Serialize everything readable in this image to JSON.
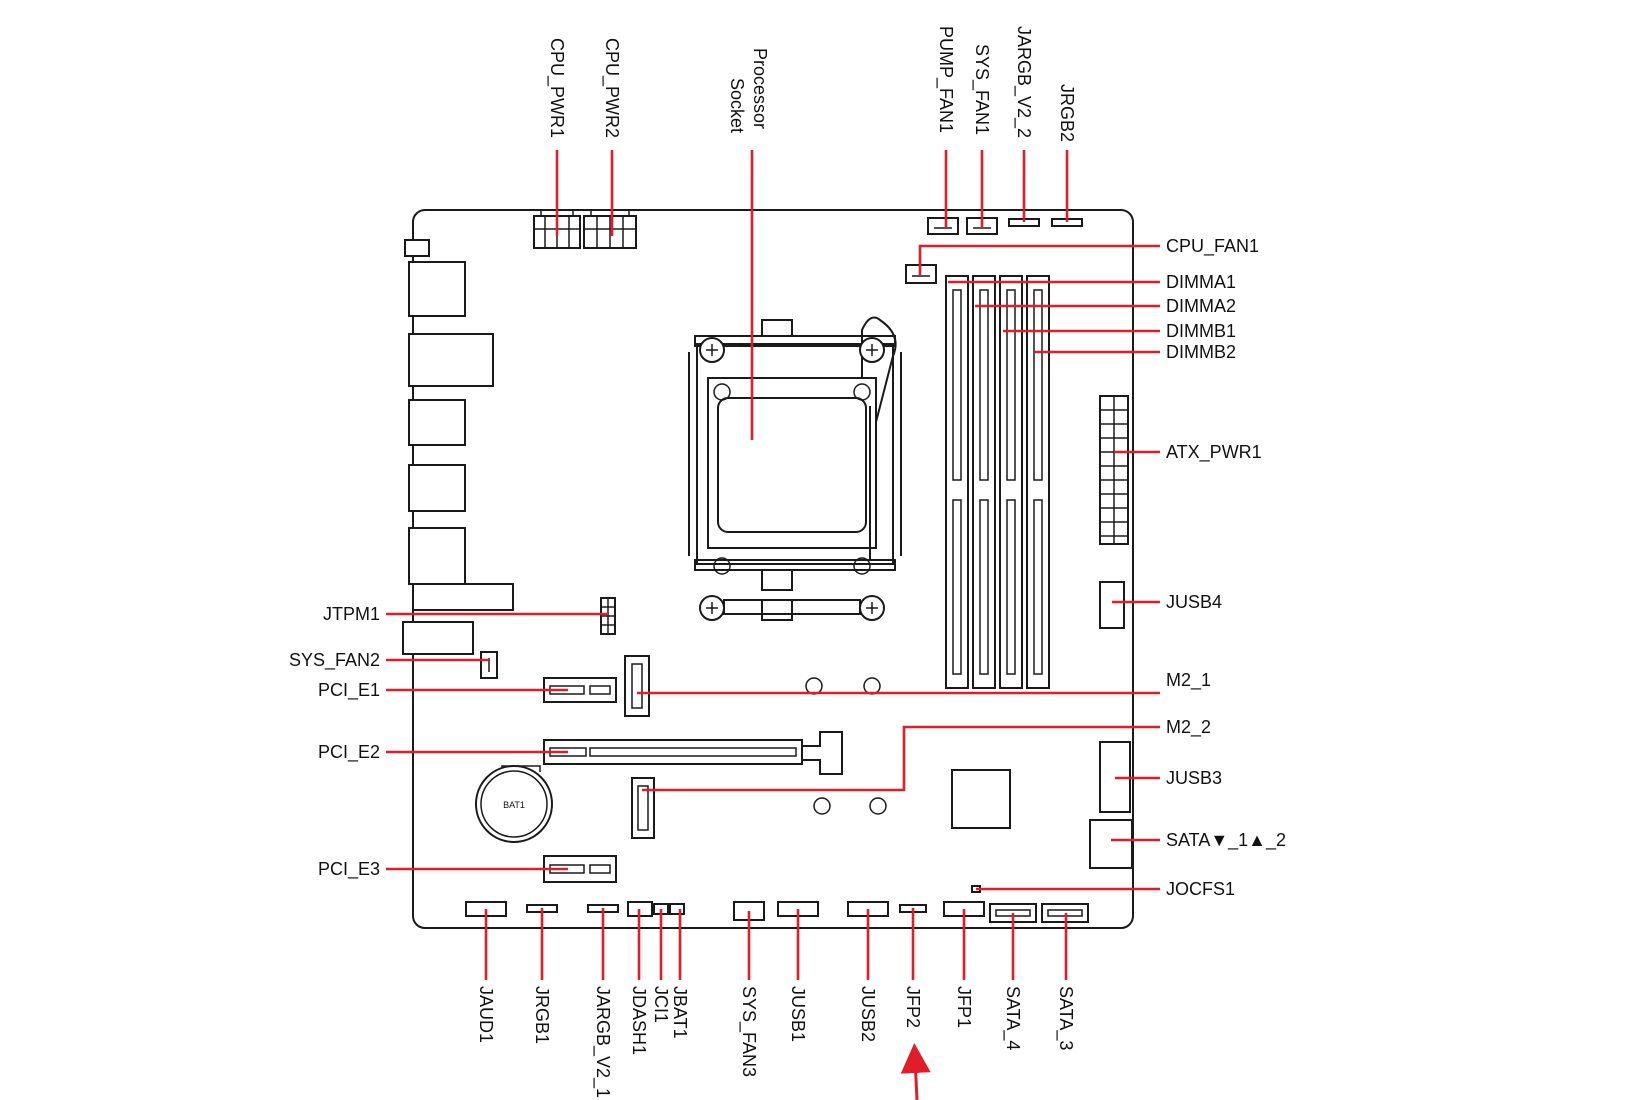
{
  "colors": {
    "leader": "#e11d2a",
    "outline": "#1a1a1a",
    "background": "#ffffff"
  },
  "labels": {
    "cpu_pwr1": "CPU_PWR1",
    "cpu_pwr2": "CPU_PWR2",
    "processor_socket_line1": "Processor",
    "processor_socket_line2": "Socket",
    "pump_fan1": "PUMP_FAN1",
    "sys_fan1": "SYS_FAN1",
    "jargb_v2_2": "JARGB_V2_2",
    "jrgb2": "JRGB2",
    "cpu_fan1": "CPU_FAN1",
    "dimma1": "DIMMA1",
    "dimma2": "DIMMA2",
    "dimmb1": "DIMMB1",
    "dimmb2": "DIMMB2",
    "atx_pwr1": "ATX_PWR1",
    "jusb4": "JUSB4",
    "m2_1": "M2_1",
    "m2_2": "M2_2",
    "jusb3": "JUSB3",
    "sata_1_2": "SATA▼_1▲_2",
    "jocfs1": "JOCFS1",
    "jtpm1": "JTPM1",
    "sys_fan2": "SYS_FAN2",
    "pci_e1": "PCI_E1",
    "pci_e2": "PCI_E2",
    "pci_e3": "PCI_E3",
    "jaud1": "JAUD1",
    "jrgb1": "JRGB1",
    "jargb_v2_1": "JARGB_V2_1",
    "jdash1": "JDASH1",
    "jci1": "JCI1",
    "jbat1": "JBAT1",
    "sys_fan3": "SYS_FAN3",
    "jusb1": "JUSB1",
    "jusb2": "JUSB2",
    "jfp2": "JFP2",
    "jfp1": "JFP1",
    "sata_4": "SATA_4",
    "sata_3": "SATA_3",
    "bat1": "BAT1"
  },
  "highlight": {
    "connector": "JFP2",
    "marker": "red-arrow"
  }
}
